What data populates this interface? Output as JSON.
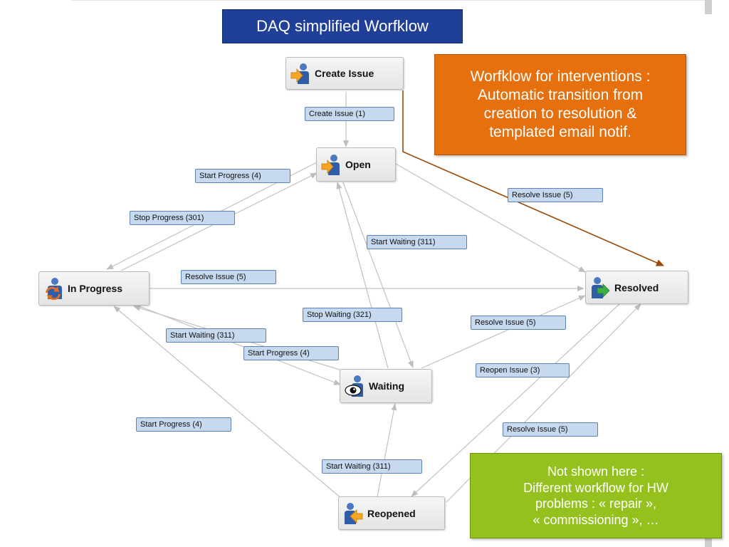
{
  "title": "DAQ simplified Worfklow",
  "callouts": {
    "orange": {
      "lines": [
        "Worfklow for interventions :",
        "Automatic transition from",
        "creation to resolution &",
        "templated email notif."
      ],
      "color": "#e6700e"
    },
    "green": {
      "lines": [
        "Not shown here :",
        "Different workflow for HW",
        "problems : « repair »,",
        "« commissioning », …"
      ],
      "color": "#95c11f"
    }
  },
  "nodes": {
    "create": {
      "label": "Create Issue",
      "icon": "user-arrow-icon"
    },
    "open": {
      "label": "Open",
      "icon": "user-arrow-icon"
    },
    "in_progress": {
      "label": "In Progress",
      "icon": "user-cycle-icon"
    },
    "resolved": {
      "label": "Resolved",
      "icon": "user-green-arrow-icon"
    },
    "waiting": {
      "label": "Waiting",
      "icon": "user-eye-icon"
    },
    "reopened": {
      "label": "Reopened",
      "icon": "user-back-arrow-icon"
    }
  },
  "transitions": {
    "create_issue": "Create Issue (1)",
    "start_progress_open": "Start Progress (4)",
    "stop_progress": "Stop Progress (301)",
    "resolve_open": "Resolve Issue (5)",
    "start_waiting_open": "Start Waiting (311)",
    "resolve_inprogress": "Resolve Issue (5)",
    "stop_waiting": "Stop Waiting (321)",
    "resolve_waiting": "Resolve Issue (5)",
    "start_waiting_inprogress": "Start Waiting (311)",
    "start_progress_waiting": "Start Progress (4)",
    "reopen": "Reopen Issue (3)",
    "start_progress_reopened": "Start Progress (4)",
    "resolve_reopened": "Resolve Issue (5)",
    "start_waiting_reopened": "Start Waiting (311)"
  }
}
